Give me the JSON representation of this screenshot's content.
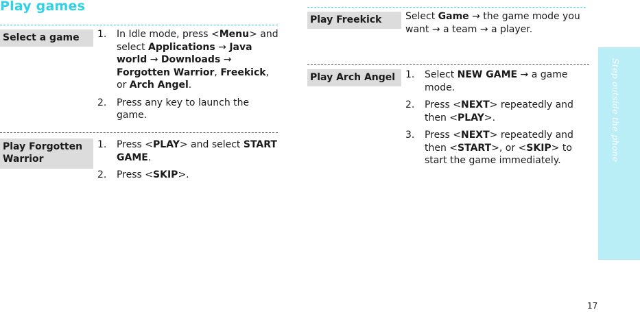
{
  "page": {
    "title": "Play games",
    "page_number": "17",
    "sidebar_text": "Step outside the phone"
  },
  "sections": {
    "select_game": {
      "label": "Select a game",
      "steps": [
        {
          "num": "1.",
          "parts": [
            {
              "t": "In Idle mode, press <",
              "b": false
            },
            {
              "t": "Menu",
              "b": true
            },
            {
              "t": "> and select ",
              "b": false
            },
            {
              "t": "Applications",
              "b": true
            },
            {
              "t": " → ",
              "b": false
            },
            {
              "t": "Java world",
              "b": true
            },
            {
              "t": " → ",
              "b": false
            },
            {
              "t": "Downloads",
              "b": true
            },
            {
              "t": " → ",
              "b": false
            },
            {
              "t": "Forgotten Warrior",
              "b": true
            },
            {
              "t": ", ",
              "b": false
            },
            {
              "t": "Freekick",
              "b": true
            },
            {
              "t": ", or ",
              "b": false
            },
            {
              "t": "Arch Angel",
              "b": true
            },
            {
              "t": ".",
              "b": false
            }
          ]
        },
        {
          "num": "2.",
          "parts": [
            {
              "t": "Press any key to launch the game.",
              "b": false
            }
          ]
        }
      ]
    },
    "forgotten_warrior": {
      "label": "Play Forgotten Warrior",
      "steps": [
        {
          "num": "1.",
          "parts": [
            {
              "t": "Press <",
              "b": false
            },
            {
              "t": "PLAY",
              "b": true
            },
            {
              "t": "> and select ",
              "b": false
            },
            {
              "t": "START GAME",
              "b": true
            },
            {
              "t": ".",
              "b": false
            }
          ]
        },
        {
          "num": "2.",
          "parts": [
            {
              "t": "Press <",
              "b": false
            },
            {
              "t": "SKIP",
              "b": true
            },
            {
              "t": ">.",
              "b": false
            }
          ]
        }
      ]
    },
    "freekick": {
      "label": "Play Freekick",
      "parts": [
        {
          "t": "Select ",
          "b": false
        },
        {
          "t": "Game",
          "b": true
        },
        {
          "t": " → the game mode you want → a team → a player.",
          "b": false
        }
      ]
    },
    "arch_angel": {
      "label": "Play Arch Angel",
      "steps": [
        {
          "num": "1.",
          "parts": [
            {
              "t": "Select ",
              "b": false
            },
            {
              "t": "NEW GAME",
              "b": true
            },
            {
              "t": " → a game mode.",
              "b": false
            }
          ]
        },
        {
          "num": "2.",
          "parts": [
            {
              "t": "Press <",
              "b": false
            },
            {
              "t": "NEXT",
              "b": true
            },
            {
              "t": "> repeatedly and then <",
              "b": false
            },
            {
              "t": "PLAY",
              "b": true
            },
            {
              "t": ">.",
              "b": false
            }
          ]
        },
        {
          "num": "3.",
          "parts": [
            {
              "t": "Press <",
              "b": false
            },
            {
              "t": "NEXT",
              "b": true
            },
            {
              "t": "> repeatedly and then <",
              "b": false
            },
            {
              "t": "START",
              "b": true
            },
            {
              "t": ">, or <",
              "b": false
            },
            {
              "t": "SKIP",
              "b": true
            },
            {
              "t": "> to start the game immediately.",
              "b": false
            }
          ]
        }
      ]
    }
  },
  "colors": {
    "title": "#2fd2e6",
    "sidebar": "#b9eef6",
    "label_bg": "#dcdcdc"
  }
}
